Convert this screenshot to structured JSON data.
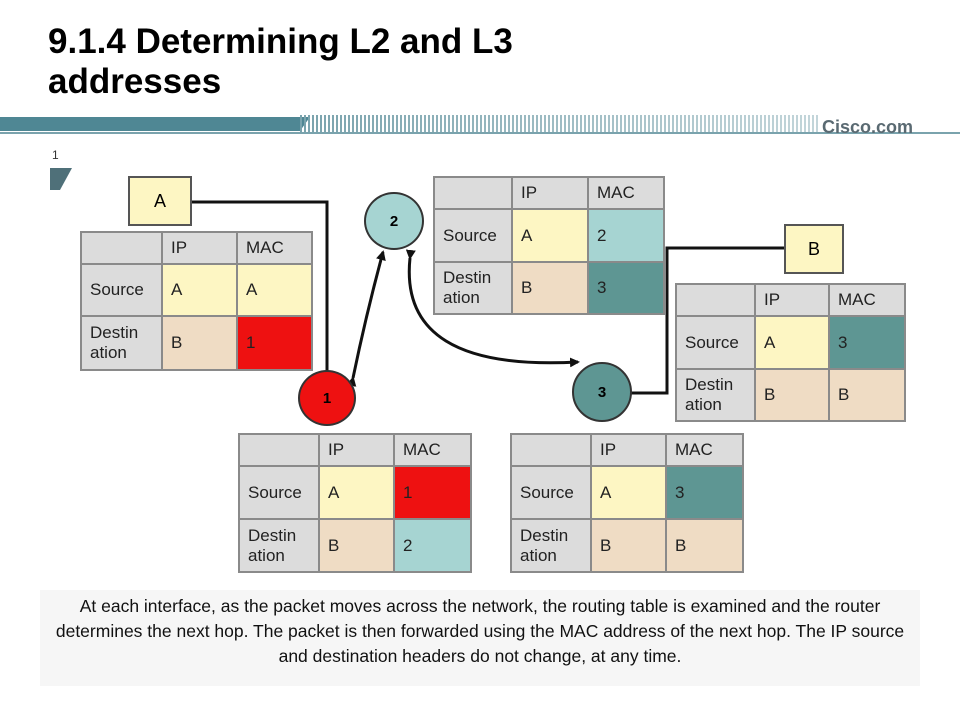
{
  "slide": {
    "title": "9.1.4 Determining L2 and L3\naddresses",
    "brand": "Cisco.com",
    "slide_number": "1",
    "caption": "At each interface, as the packet moves across the network, the routing table is examined and the router determines the next hop. The packet is then forwarded using the MAC address of the next hop. The IP source and destination headers do not change, at any time."
  },
  "colors": {
    "red": "#ee1111",
    "teal": "#a6d4d2",
    "dark_teal": "#5e9693",
    "yellow": "#fdf6c3",
    "tan": "#efdcc4",
    "gray": "#dcdcdc"
  },
  "diagram": {
    "hosts": {
      "a": "A",
      "b": "B"
    },
    "routers": {
      "r1": "1",
      "r2": "2",
      "r3": "3"
    },
    "tables": {
      "t1": {
        "ip": "IP",
        "mac": "MAC",
        "source": "Source",
        "destination": "Destin\nation",
        "src_ip": "A",
        "src_mac": "A",
        "dst_ip": "B",
        "dst_mac": "1"
      },
      "t2": {
        "ip": "IP",
        "mac": "MAC",
        "source": "Source",
        "destination": "Destin\nation",
        "src_ip": "A",
        "src_mac": "1",
        "dst_ip": "B",
        "dst_mac": "2"
      },
      "t3": {
        "ip": "IP",
        "mac": "MAC",
        "source": "Source",
        "destination": "Destin\nation",
        "src_ip": "A",
        "src_mac": "2",
        "dst_ip": "B",
        "dst_mac": "3"
      },
      "t4": {
        "ip": "IP",
        "mac": "MAC",
        "source": "Source",
        "destination": "Destin\nation",
        "src_ip": "A",
        "src_mac": "3",
        "dst_ip": "B",
        "dst_mac": "B"
      },
      "t5": {
        "ip": "IP",
        "mac": "MAC",
        "source": "Source",
        "destination": "Destin\nation",
        "src_ip": "A",
        "src_mac": "3",
        "dst_ip": "B",
        "dst_mac": "B"
      }
    }
  }
}
